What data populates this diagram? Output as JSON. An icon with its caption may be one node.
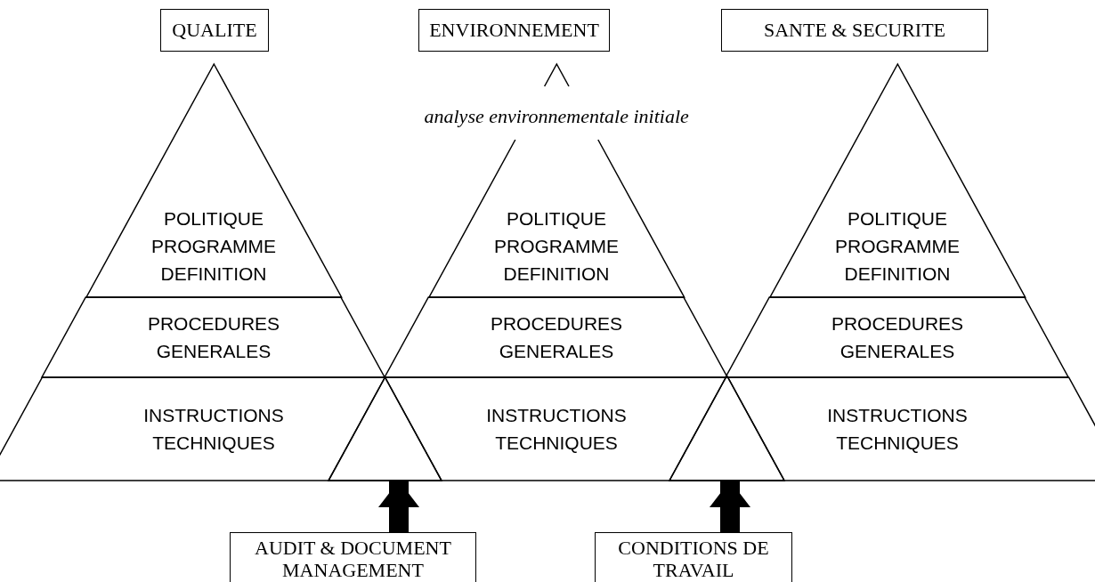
{
  "diagram": {
    "nodes": [
      {
        "text": [
          "QUALITE"
        ]
      },
      {
        "text": [
          "ENVIRONNEMENT"
        ]
      },
      {
        "text": [
          "SANTE & SECURITE"
        ]
      },
      {
        "text": [
          "POLITIQUE PROGRAMME DEFINITION"
        ]
      },
      {
        "text": [
          "PROCEDURES GENERALES"
        ]
      },
      {
        "text": [
          "INSTRUCTIONS TECHNIQUES"
        ]
      },
      {
        "text": [
          "POLITIQUE PROGRAMME DEFINITION"
        ]
      },
      {
        "text": [
          "PROCEDURES GENERALES"
        ]
      },
      {
        "text": [
          "INSTRUCTIONS TECHNIQUES"
        ]
      },
      {
        "text": [
          "POLITIQUE PROGRAMME DEFINITION"
        ]
      },
      {
        "text": [
          "PROCEDURES GENERALES"
        ]
      },
      {
        "text": [
          "INSTRUCTIONS TECHNIQUES"
        ]
      },
      {
        "text": [],
        "shape": "triangle"
      },
      {
        "text": [],
        "shape": "triangle"
      },
      {
        "text": [
          "AUDIT & DOCUMENT MANAGEMENT"
        ]
      },
      {
        "text": [
          "CONDITIONS DE TRAVAIL"
        ]
      }
    ],
    "edges": [
      {
        "from": 14,
        "to": 12,
        "arrow": "to"
      },
      {
        "from": 15,
        "to": 13,
        "arrow": "to"
      }
    ],
    "labels": [
      "analyse environnementale initiale"
    ]
  }
}
